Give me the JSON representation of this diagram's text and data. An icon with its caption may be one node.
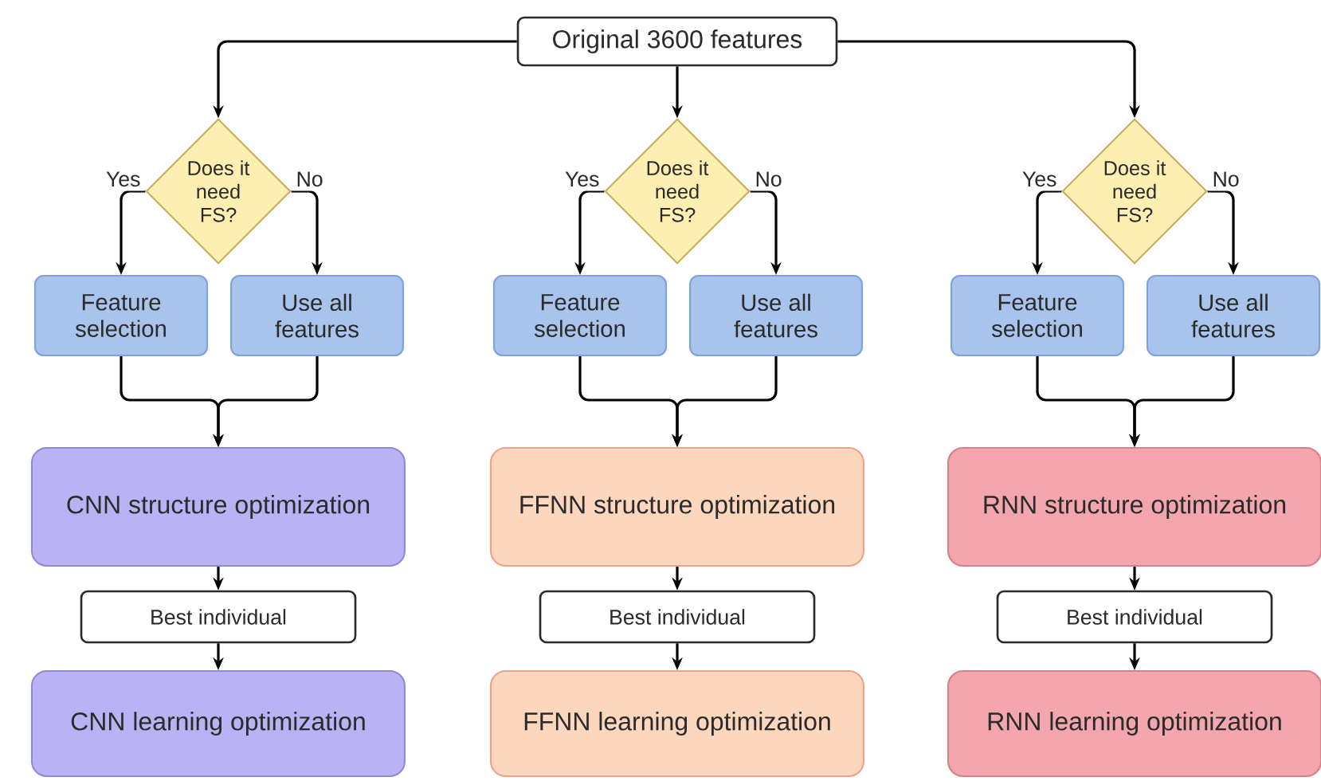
{
  "diagram": {
    "nodes": [
      {
        "text": [
          "Original 3600 features"
        ]
      },
      {
        "text": [
          "Does it need FS?"
        ]
      },
      {
        "text": [
          "Feature selection"
        ]
      },
      {
        "text": [
          "Use all features"
        ]
      },
      {
        "text": [
          "CNN structure optimization"
        ]
      },
      {
        "text": [
          "Best individual"
        ]
      },
      {
        "text": [
          "CNN learning optimization"
        ]
      },
      {
        "text": [
          "Does it need FS?"
        ]
      },
      {
        "text": [
          "Feature selection"
        ]
      },
      {
        "text": [
          "Use all features"
        ]
      },
      {
        "text": [
          "FFNN structure optimization"
        ]
      },
      {
        "text": [
          "Best individual"
        ]
      },
      {
        "text": [
          "FFNN learning optimization"
        ]
      },
      {
        "text": [
          "Does it need FS?"
        ]
      },
      {
        "text": [
          "Feature selection"
        ]
      },
      {
        "text": [
          "Use all features"
        ]
      },
      {
        "text": [
          "RNN structure optimization"
        ]
      },
      {
        "text": [
          "Best individual"
        ]
      },
      {
        "text": [
          "RNN learning optimization"
        ]
      }
    ],
    "edges": [
      {
        "from": 0,
        "to": 1,
        "arrow": "to"
      },
      {
        "from": 0,
        "to": 7,
        "arrow": "to"
      },
      {
        "from": 0,
        "to": 13,
        "arrow": "to"
      },
      {
        "from": 1,
        "to": 2,
        "arrow": "to",
        "label": "Yes"
      },
      {
        "from": 1,
        "to": 3,
        "arrow": "to",
        "label": "No"
      },
      {
        "from": 2,
        "to": 4,
        "arrow": "to"
      },
      {
        "from": 3,
        "to": 4,
        "arrow": "to"
      },
      {
        "from": 4,
        "to": 5,
        "arrow": "to"
      },
      {
        "from": 5,
        "to": 6,
        "arrow": "to"
      },
      {
        "from": 7,
        "to": 8,
        "arrow": "to",
        "label": "Yes"
      },
      {
        "from": 7,
        "to": 9,
        "arrow": "to",
        "label": "No"
      },
      {
        "from": 8,
        "to": 10,
        "arrow": "to"
      },
      {
        "from": 9,
        "to": 10,
        "arrow": "to"
      },
      {
        "from": 10,
        "to": 11,
        "arrow": "to"
      },
      {
        "from": 11,
        "to": 12,
        "arrow": "to"
      },
      {
        "from": 13,
        "to": 14,
        "arrow": "to",
        "label": "Yes"
      },
      {
        "from": 13,
        "to": 15,
        "arrow": "to",
        "label": "No"
      },
      {
        "from": 14,
        "to": 16,
        "arrow": "to"
      },
      {
        "from": 15,
        "to": 16,
        "arrow": "to"
      },
      {
        "from": 16,
        "to": 17,
        "arrow": "to"
      },
      {
        "from": 17,
        "to": 18,
        "arrow": "to"
      }
    ]
  }
}
